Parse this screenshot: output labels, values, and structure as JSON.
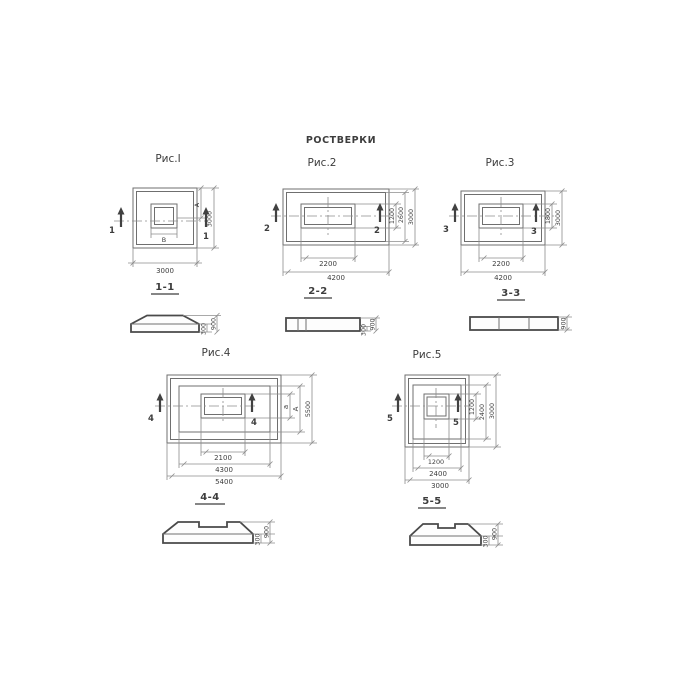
{
  "title": "РОСТВЕРКИ",
  "fig1": {
    "caption": "Рис.I",
    "cut": "1",
    "dim_inner_width": "В",
    "dim_inner_height": "А",
    "dim_right": "3000",
    "dim_bottom": "3000",
    "section": {
      "caption": "1-1",
      "dim_slab": "300",
      "dim_total": "900"
    }
  },
  "fig2": {
    "caption": "Рис.2",
    "cut": "2",
    "dims_right": [
      "1200",
      "2600",
      "3000"
    ],
    "dims_bottom": [
      "2200",
      "4200"
    ],
    "section": {
      "caption": "2-2",
      "dim_slab": "300",
      "dim_total": "900"
    }
  },
  "fig3": {
    "caption": "Рис.3",
    "cut": "3",
    "dims_right": [
      "1800",
      "3000"
    ],
    "dims_bottom": [
      "2200",
      "4200"
    ],
    "section": {
      "caption": "3-3",
      "dim_total": "900"
    }
  },
  "fig4": {
    "caption": "Рис.4",
    "cut": "4",
    "dims_right": [
      "а",
      "А",
      "5500"
    ],
    "dims_bottom": [
      "2100",
      "4300",
      "5400"
    ],
    "section": {
      "caption": "4-4",
      "dim_slab": "300",
      "dim_total": "900"
    }
  },
  "fig5": {
    "caption": "Рис.5",
    "cut": "5",
    "dims_right": [
      "1200",
      "2400",
      "3000"
    ],
    "dims_bottom": [
      "1200",
      "2400",
      "3000"
    ],
    "section": {
      "caption": "5-5",
      "dim_slab": "300",
      "dim_total": "900"
    }
  }
}
